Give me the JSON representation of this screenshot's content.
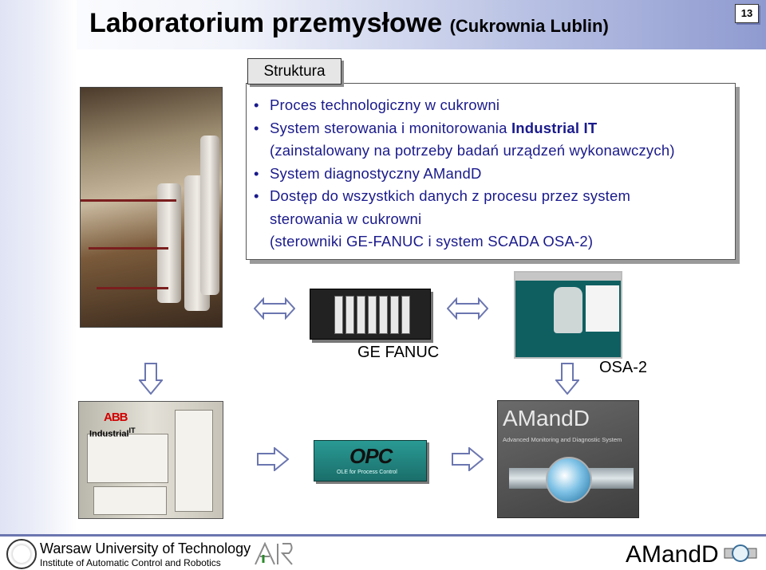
{
  "header": {
    "title": "Laboratorium przemysłowe",
    "subtitle": "(Cukrownia Lublin)",
    "page_number": "13"
  },
  "section": {
    "tab_label": "Struktura",
    "bullets": [
      {
        "text": "Proces technologiczny w cukrowni"
      },
      {
        "text": "System sterowania i monitorowania ",
        "bold": "Industrial IT"
      },
      {
        "text": "(zainstalowany na potrzeby badań urządzeń wykonawczych)"
      },
      {
        "text": "System diagnostyczny AMandD"
      },
      {
        "text": "Dostęp do wszystkich danych z procesu przez system"
      },
      {
        "text": "sterowania w cukrowni"
      },
      {
        "text": "(sterowniki GE-FANUC i system SCADA OSA-2)"
      }
    ]
  },
  "captions": {
    "ge_fanuc": "GE FANUC",
    "osa2": "OSA-2",
    "industrial_it_label": "Industrial",
    "industrial_it_suffix": "IT",
    "abb_logo": "ABB",
    "opc_logo": "OPC",
    "opc_sub": "OLE for Process Control",
    "amandd_title": "AMandD",
    "amandd_sub": "Advanced Monitoring and Diagnostic System"
  },
  "footer": {
    "university": "Warsaw University of Technology",
    "institute": "Institute of Automatic Control and Robotics",
    "brand": "AMandD"
  },
  "colors": {
    "bullet_text": "#1a1a8c",
    "header_gradient_end": "#8f9ad0",
    "abb_red": "#d00000",
    "opc_teal": "#2a9a94"
  }
}
